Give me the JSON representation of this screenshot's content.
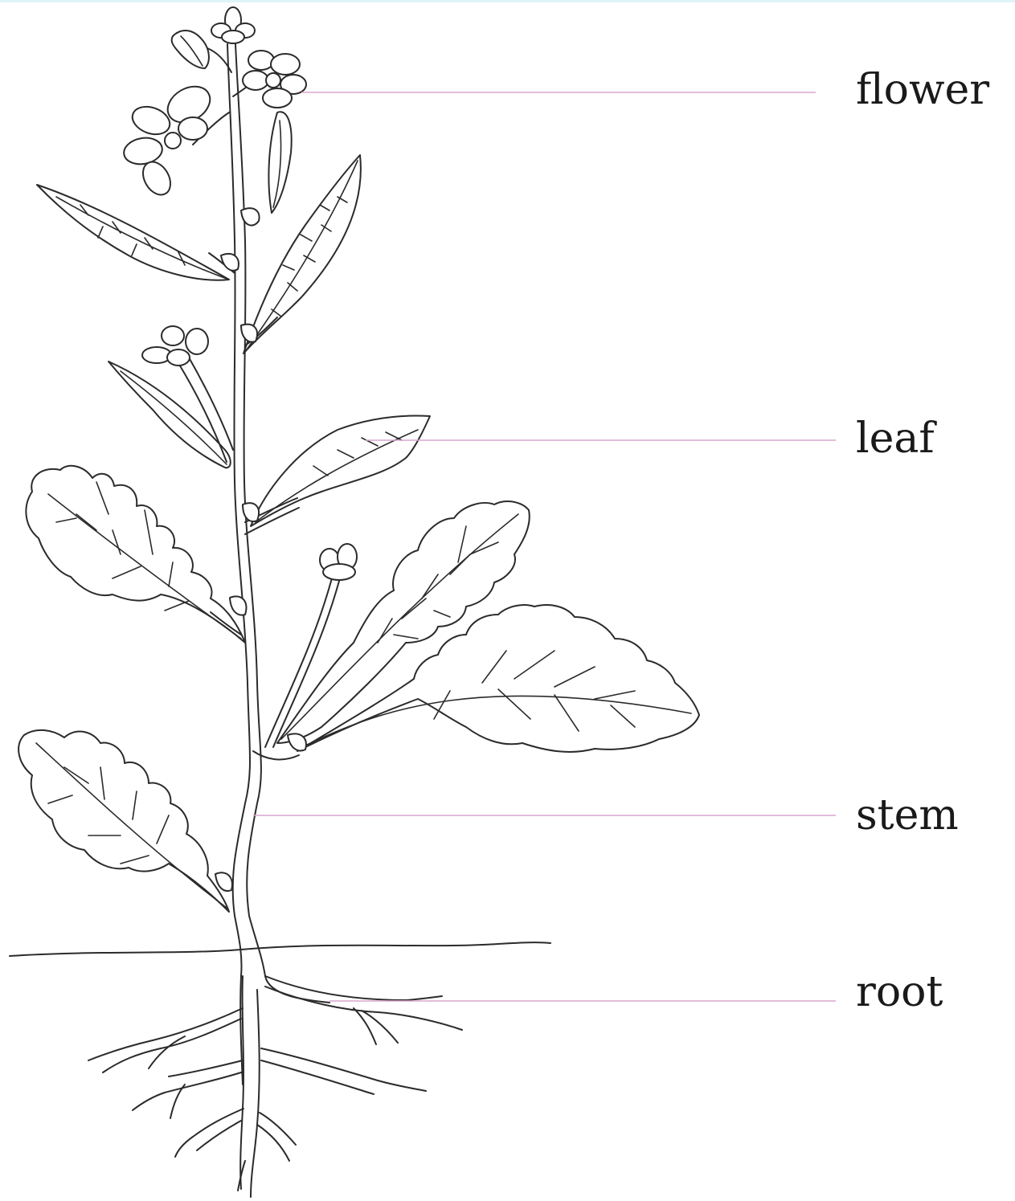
{
  "colors": {
    "pointer_line": "#d8a6cf",
    "outline": "#2b2b2b",
    "background": "#ffffff"
  },
  "labels": {
    "flower": "flower",
    "leaf": "leaf",
    "stem": "stem",
    "root": "root"
  }
}
